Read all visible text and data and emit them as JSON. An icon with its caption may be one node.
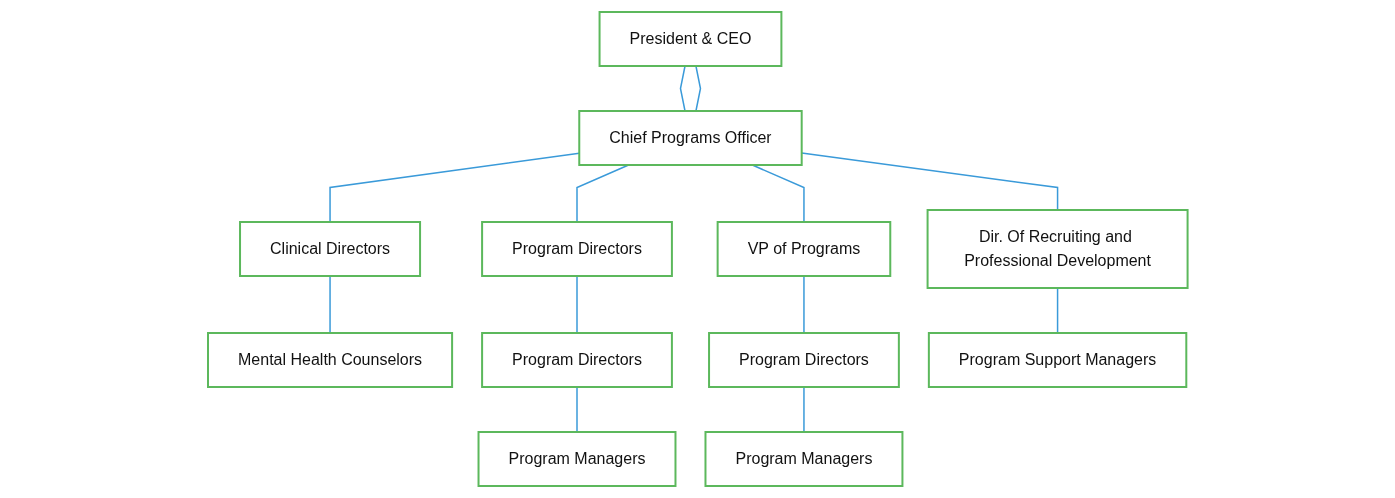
{
  "diagram": {
    "nodes": [
      {
        "text": [
          "President & CEO"
        ]
      },
      {
        "text": [
          "Chief Programs Officer"
        ]
      },
      {
        "text": [
          "Clinical Directors"
        ]
      },
      {
        "text": [
          "Program Directors"
        ]
      },
      {
        "text": [
          "VP of Programs"
        ]
      },
      {
        "text": [
          "Dir. Of Recruiting and Professional Development"
        ]
      },
      {
        "text": [
          "Mental Health Counselors"
        ]
      },
      {
        "text": [
          "Program Directors"
        ]
      },
      {
        "text": [
          "Program Managers"
        ]
      },
      {
        "text": [
          "Program Directors"
        ]
      },
      {
        "text": [
          "Program Managers"
        ]
      },
      {
        "text": [
          "Program Support Managers"
        ]
      }
    ],
    "edges": [
      {
        "from": 0,
        "to": 1,
        "arrow": "none"
      },
      {
        "from": 0,
        "to": 1,
        "arrow": "none"
      },
      {
        "from": 1,
        "to": 2,
        "arrow": "none"
      },
      {
        "from": 1,
        "to": 3,
        "arrow": "none"
      },
      {
        "from": 1,
        "to": 4,
        "arrow": "none"
      },
      {
        "from": 1,
        "to": 5,
        "arrow": "none"
      },
      {
        "from": 2,
        "to": 6,
        "arrow": "none"
      },
      {
        "from": 3,
        "to": 7,
        "arrow": "none"
      },
      {
        "from": 7,
        "to": 8,
        "arrow": "none"
      },
      {
        "from": 4,
        "to": 9,
        "arrow": "none"
      },
      {
        "from": 9,
        "to": 10,
        "arrow": "none"
      },
      {
        "from": 5,
        "to": 11,
        "arrow": "none"
      }
    ]
  }
}
